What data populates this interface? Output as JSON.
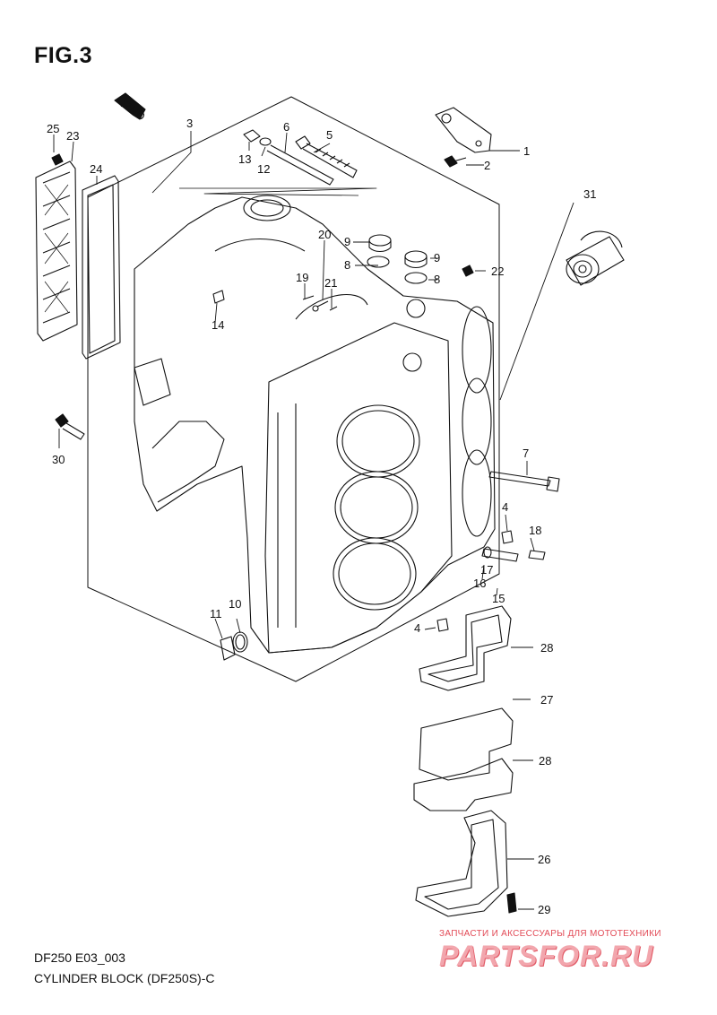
{
  "figure": {
    "title": "FIG.3",
    "code": "DF250 E03_003",
    "caption": "CYLINDER BLOCK (DF250S)-C",
    "direction_label": "FWD"
  },
  "watermark": {
    "tagline": "ЗАПЧАСТИ И АКСЕССУАРЫ ДЛЯ МОТОТЕХНИКИ",
    "logo": "PARTSFOR.RU",
    "color": "#e24a56"
  },
  "callouts": [
    {
      "id": "c1",
      "label": "1"
    },
    {
      "id": "c2",
      "label": "2"
    },
    {
      "id": "c3",
      "label": "3"
    },
    {
      "id": "c4a",
      "label": "4"
    },
    {
      "id": "c4b",
      "label": "4"
    },
    {
      "id": "c5",
      "label": "5"
    },
    {
      "id": "c6",
      "label": "6"
    },
    {
      "id": "c7",
      "label": "7"
    },
    {
      "id": "c8a",
      "label": "8"
    },
    {
      "id": "c8b",
      "label": "8"
    },
    {
      "id": "c9a",
      "label": "9"
    },
    {
      "id": "c9b",
      "label": "9"
    },
    {
      "id": "c10",
      "label": "10"
    },
    {
      "id": "c11",
      "label": "11"
    },
    {
      "id": "c12",
      "label": "12"
    },
    {
      "id": "c13",
      "label": "13"
    },
    {
      "id": "c14",
      "label": "14"
    },
    {
      "id": "c15",
      "label": "15"
    },
    {
      "id": "c16",
      "label": "16"
    },
    {
      "id": "c17",
      "label": "17"
    },
    {
      "id": "c18",
      "label": "18"
    },
    {
      "id": "c19",
      "label": "19"
    },
    {
      "id": "c20",
      "label": "20"
    },
    {
      "id": "c21",
      "label": "21"
    },
    {
      "id": "c22",
      "label": "22"
    },
    {
      "id": "c23",
      "label": "23"
    },
    {
      "id": "c24",
      "label": "24"
    },
    {
      "id": "c25",
      "label": "25"
    },
    {
      "id": "c26",
      "label": "26"
    },
    {
      "id": "c27",
      "label": "27"
    },
    {
      "id": "c28a",
      "label": "28"
    },
    {
      "id": "c28b",
      "label": "28"
    },
    {
      "id": "c29",
      "label": "29"
    },
    {
      "id": "c30",
      "label": "30"
    },
    {
      "id": "c31",
      "label": "31"
    }
  ]
}
